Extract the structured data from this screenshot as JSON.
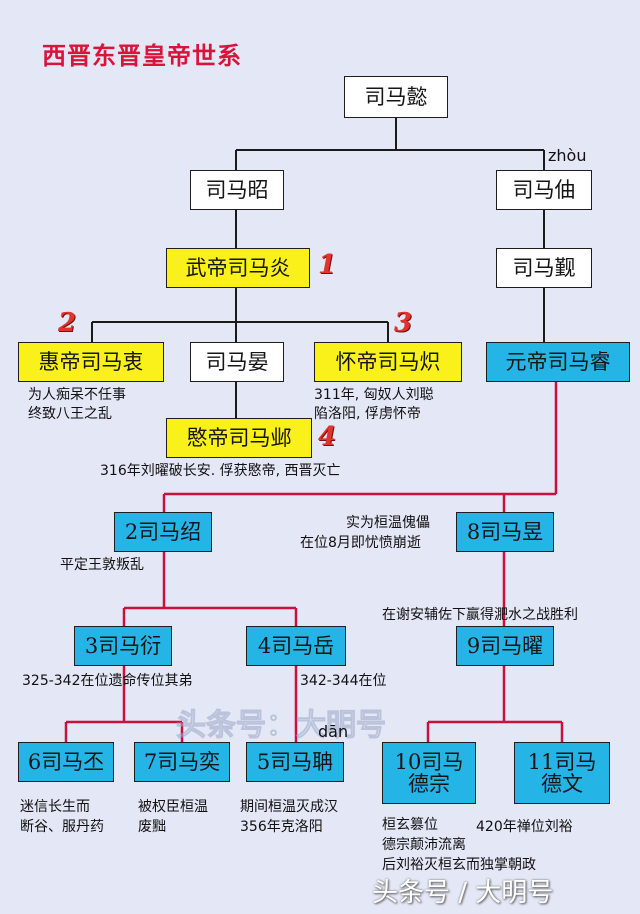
{
  "title": "西晋东晋皇帝世系",
  "pronunciations": {
    "zhou": "zhòu",
    "dan": "dān"
  },
  "numbers": {
    "n1": "1",
    "n2": "2",
    "n3": "3",
    "n4": "4"
  },
  "boxes": {
    "yi": "司马懿",
    "zhao": "司马昭",
    "zhou": "司马伷",
    "yan": "武帝司马炎",
    "jin": "司马觐",
    "zhong": "惠帝司马衷",
    "yan2": "司马晏",
    "chi": "怀帝司马炽",
    "rui": "元帝司马睿",
    "ye": "愍帝司马邺",
    "shao": "2司马绍",
    "yu": "8司马昱",
    "yan3": "3司马衍",
    "yue": "4司马岳",
    "yao": "9司马曜",
    "pi": "6司马丕",
    "yi2": "7司马奕",
    "dan": "5司马聃",
    "dezong_1": "10司马",
    "dezong_2": "德宗",
    "dewen_1": "11司马",
    "dewen_2": "德文"
  },
  "notes": {
    "zhong_1": "为人痴呆不任事",
    "zhong_2": "终致八王之乱",
    "chi_1": "311年, 匈奴人刘聪",
    "chi_2": "陷洛阳, 俘虏怀帝",
    "ye": "316年刘曜破长安. 俘获愍帝, 西晋灭亡",
    "yu_1": "实为桓温傀儡",
    "yu_2": "在位8月即忧愤崩逝",
    "shao": "平定王敦叛乱",
    "yao": "在谢安辅佐下赢得淝水之战胜利",
    "yan3": "325-342在位遗命传位其弟",
    "yue": "342-344在位",
    "pi_1": "迷信长生而",
    "pi_2": "断谷、服丹药",
    "yi2_1": "被权臣桓温",
    "yi2_2": "废黜",
    "dan_1": "期间桓温灭成汉",
    "dan_2": "356年克洛阳",
    "dezong_1": "桓玄篡位",
    "dezong_2": "德宗颠沛流离",
    "dezong_3": "后刘裕灭桓玄而独掌朝政",
    "dewen": "420年禅位刘裕"
  },
  "watermark": "头条号：大明号",
  "bottom_watermark": "头条号 / 大明号",
  "colors": {
    "title": "#d8143a",
    "yellow": "#fbf11a",
    "blue": "#25b4e6",
    "line_black": "#1a1a1a",
    "line_red": "#c8113c"
  }
}
